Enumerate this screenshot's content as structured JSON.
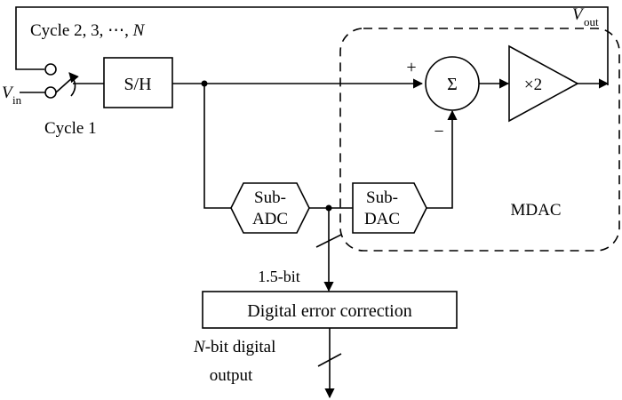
{
  "labels": {
    "cycle_multi_prefix": "Cycle 2, 3, ⋯, ",
    "cycle_multi_n": "N",
    "cycle_one": "Cycle 1",
    "vin_main": "V",
    "vin_sub": "in",
    "vout_main": "V",
    "vout_sub": "out",
    "sh": "S/H",
    "sigma": "Σ",
    "plus": "+",
    "minus": "−",
    "gain": "×2",
    "subadc_line1": "Sub-",
    "subadc_line2": "ADC",
    "subdac_line1": "Sub-",
    "subdac_line2": "DAC",
    "mdac": "MDAC",
    "bits": "1.5-bit",
    "correction": "Digital error correction",
    "output_n": "N",
    "output_line1_rest": "-bit digital",
    "output_line2": "output"
  }
}
